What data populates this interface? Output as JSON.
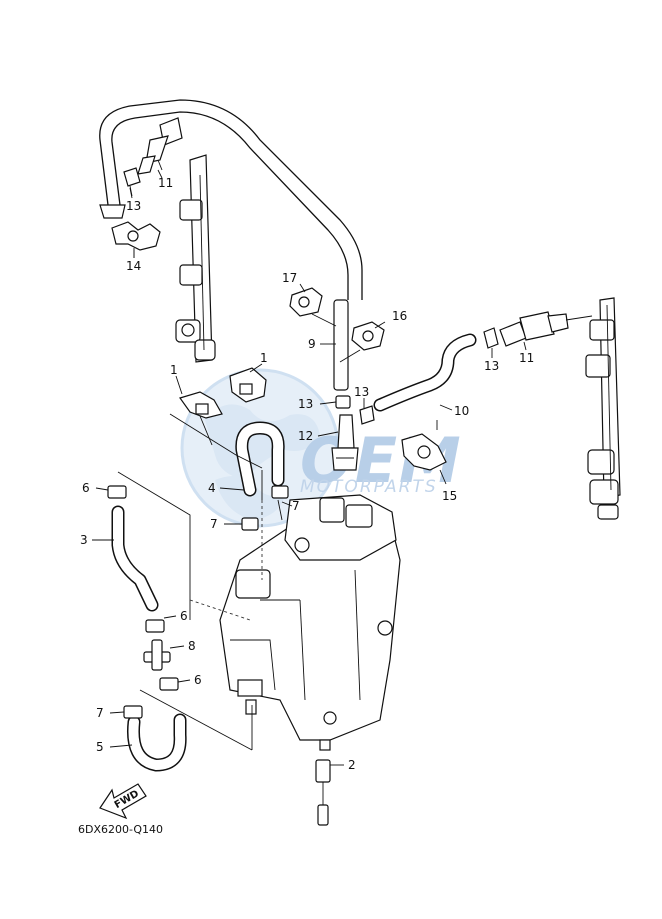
{
  "diagram": {
    "code": "6DX6200-Q140",
    "fwd_label": "FWD",
    "watermark_brand": "OEM",
    "watermark_sub": "MOTORPARTS",
    "callouts": {
      "c1a": "1",
      "c1b": "1",
      "c2": "2",
      "c3": "3",
      "c4": "4",
      "c5": "5",
      "c6a": "6",
      "c6b": "6",
      "c6c": "6",
      "c7a": "7",
      "c7b": "7",
      "c7c": "7",
      "c8": "8",
      "c9": "9",
      "c10": "10",
      "c11a": "11",
      "c11b": "11",
      "c12": "12",
      "c13a": "13",
      "c13b": "13",
      "c13c": "13",
      "c14": "14",
      "c15": "15",
      "c16": "16",
      "c17": "17"
    },
    "watermark_color": "#a9c7e6"
  }
}
